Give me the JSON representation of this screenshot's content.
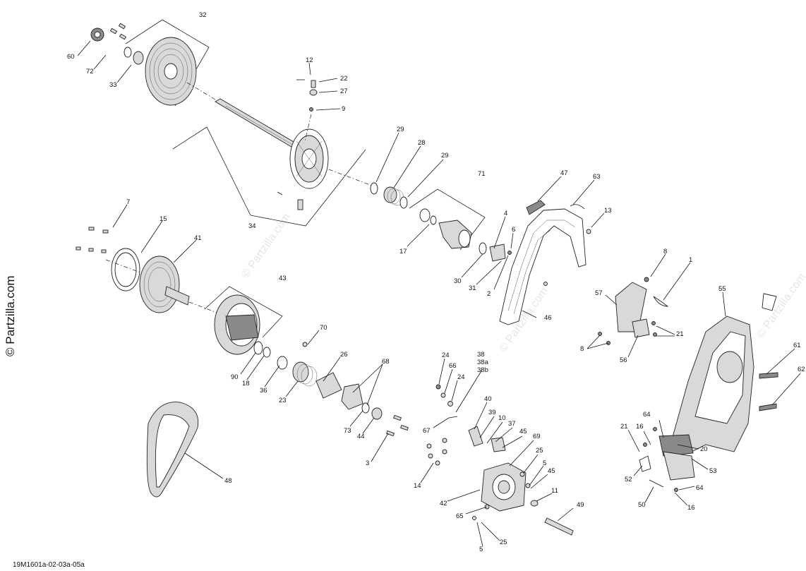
{
  "watermark": {
    "side_text": "© Partzilla.com",
    "faint_text": "© Partzilla.com"
  },
  "reference_code": "19M1601a-02-03a-05a",
  "callouts": [
    "32",
    "60",
    "72",
    "33",
    "12",
    "22",
    "27",
    "9",
    "34",
    "29",
    "28",
    "29",
    "71",
    "47",
    "63",
    "13",
    "4",
    "6",
    "17",
    "30",
    "31",
    "2",
    "7",
    "15",
    "41",
    "43",
    "46",
    "8",
    "1",
    "57",
    "55",
    "21",
    "70",
    "90",
    "18",
    "36",
    "26",
    "68",
    "23",
    "73",
    "44",
    "3",
    "56",
    "8",
    "24",
    "66",
    "24",
    "38",
    "38a",
    "38b",
    "40",
    "39",
    "10",
    "37",
    "45",
    "69",
    "61",
    "62",
    "67",
    "48",
    "14",
    "25",
    "5",
    "45",
    "42",
    "65",
    "11",
    "49",
    "64",
    "16",
    "21",
    "20",
    "52",
    "53",
    "64",
    "50",
    "16",
    "5",
    "25"
  ]
}
